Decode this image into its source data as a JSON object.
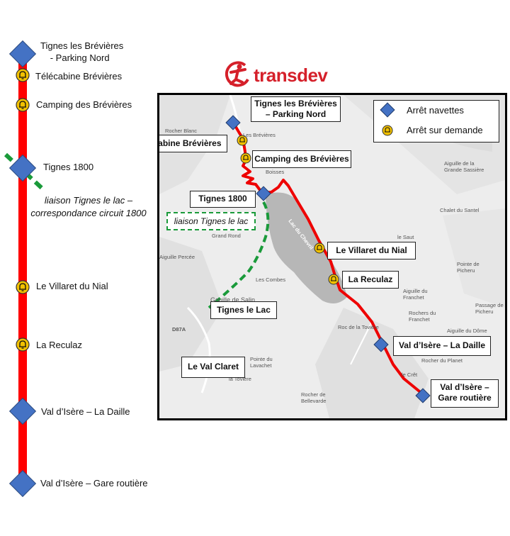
{
  "colors": {
    "route": "#ff0000",
    "stop_diamond": "#4472c4",
    "on_demand": "#f2c100",
    "liaison": "#1a9a3a",
    "brand": "#d5202a"
  },
  "logo": {
    "text": "transdev",
    "icon": "transdev-runner-logo"
  },
  "left_line": {
    "stops": [
      {
        "label_line1": "Tignes les Brévières",
        "label_line2": "-    Parking Nord",
        "type": "diamond"
      },
      {
        "label": "Télécabine Brévières",
        "type": "on-demand"
      },
      {
        "label": "Camping des Brévières",
        "type": "on-demand"
      },
      {
        "label": "Tignes 1800",
        "type": "diamond"
      },
      {
        "label": "Le Villaret du Nial",
        "type": "on-demand"
      },
      {
        "label": "La Reculaz",
        "type": "on-demand"
      },
      {
        "label": "Val d’Isère – La Daille",
        "type": "diamond"
      },
      {
        "label": "Val d’Isère – Gare routière",
        "type": "diamond"
      }
    ],
    "liaison_note_line1": "liaison Tignes le lac –",
    "liaison_note_line2": "correspondance circuit 1800"
  },
  "map": {
    "legend": {
      "diamond_label": "Arrêt navettes",
      "on_demand_label": "Arrêt sur demande"
    },
    "stop_boxes": {
      "breveres_parking_line1": "Tignes les Brévières",
      "breveres_parking_line2": "– Parking Nord",
      "telecabine": "Télécabine  Brévières",
      "camping": "Camping des Brévières",
      "tignes1800": "Tignes 1800",
      "villaret": "Le Villaret du Nial",
      "reculaz": "La Reculaz",
      "daille": "Val d’Isère – La Daille",
      "gare_line1": "Val d’Isère –",
      "gare_line2": "Gare routière",
      "tignes_lac": "Tignes le Lac",
      "val_claret": "Le Val Claret"
    },
    "liaison_box": "liaison Tignes le lac",
    "place_names": {
      "rocher_blanc": "Rocher Blanc",
      "les_breveres": "Les Brévières",
      "boisses": "Boisses",
      "grand_rond": "Grand Rond",
      "aiguille_percee": "Aiguille Percée",
      "les_combes": "Les Combes",
      "gouille_de_salin": "Gouille de Salin",
      "le_saut": "le Saut",
      "chalet_du_santel": "Chalet du Santel",
      "aiguille_grande_sassiere_1": "Aiguille de la",
      "aiguille_grande_sassiere_2": "Grande Sassière",
      "pointe_picheru_1": "Pointe de",
      "pointe_picheru_2": "Picheru",
      "passage_picheru_1": "Passage de",
      "passage_picheru_2": "Picheru",
      "aiguille_franchet_1": "Aiguille du",
      "aiguille_franchet_2": "Franchet",
      "rochers_franchet_1": "Rochers du",
      "rochers_franchet_2": "Franchet",
      "roc_toviere": "Roc de la Tovière",
      "aiguille_dome": "Aiguille du Dôme",
      "rocher_planet": "Rocher du Planet",
      "le_cret": "le Crêt",
      "pointe_lavachet_1": "Pointe du",
      "pointe_lavachet_2": "Lavachet",
      "la_toviere": "la Tovière",
      "rocher_bellevarde_1": "Rocher de",
      "rocher_bellevarde_2": "Bellevarde",
      "road_d87a": "D87A",
      "lake_name": "Lac du Chevril"
    }
  }
}
